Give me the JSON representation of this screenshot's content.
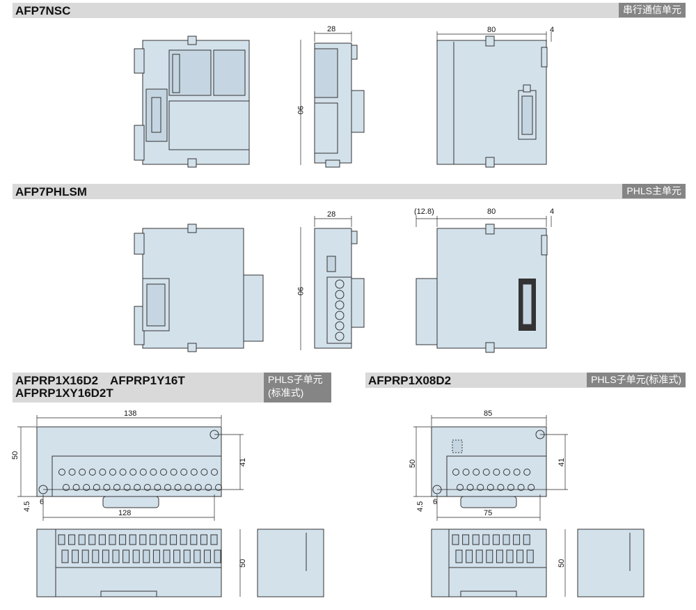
{
  "sections": [
    {
      "title": "AFP7NSC",
      "tag": "串行通信单元",
      "dims": {
        "width_side": "28",
        "height": "90",
        "width_rear": "80",
        "rear_extra": "4"
      }
    },
    {
      "title": "AFP7PHLSM",
      "tag": "PHLS主单元",
      "dims": {
        "width_side": "28",
        "height": "90",
        "offset": "(12.8)",
        "width_rear": "80",
        "rear_extra": "4"
      }
    },
    {
      "title_line1": "AFPRP1X16D2　AFPRP1Y16T",
      "title_line2": "AFPRP1XY16D2T",
      "tag_line1": "PHLS子单元",
      "tag_line2": "(标准式)",
      "terminals": 16,
      "dims": {
        "width": "138",
        "height": "50",
        "hole_span_v": "41",
        "hole_offset_v": "4.5",
        "hole_offset_h": "6",
        "hole_span_h": "128",
        "front_height": "50"
      }
    },
    {
      "title": "AFPRP1X08D2",
      "tag": "PHLS子单元(标准式)",
      "terminals": 8,
      "dims": {
        "width": "85",
        "height": "50",
        "hole_span_v": "41",
        "hole_offset_v": "4.5",
        "hole_offset_h": "6",
        "hole_span_h": "75",
        "front_height": "50"
      }
    }
  ],
  "colors": {
    "header_bg": "#d9d9d9",
    "tag_bg": "#858585",
    "module_body": "#d3e1eb"
  }
}
